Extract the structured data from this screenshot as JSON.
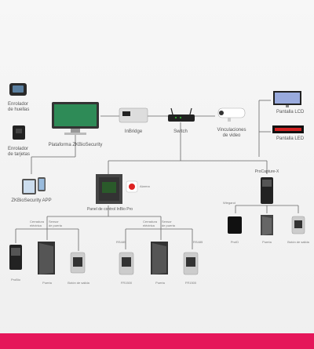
{
  "labels": {
    "enrolador_huellas": "Enrolador\nde huellas",
    "enrolador_tarjetas": "Enrolador\nde tarjetas",
    "plataforma": "Plataforma ZKBioSecurity",
    "inbridge": "InBridge",
    "switch": "Switch",
    "vinculaciones": "Vinculaciones\nde video",
    "pantalla_lcd": "Pantalla LCD",
    "pantalla_led": "Pantalla LED",
    "app": "ZKBioSecurity APP",
    "alarma": "Alarma",
    "panel": "Panel de control InBio Pro",
    "procapture": "ProCapture-X",
    "wiegand": "Wiegand",
    "proid": "ProID",
    "puerta": "Puerta",
    "boton_salida": "Botón de salida",
    "cerradura": "Cerradura\neléctrica",
    "sensor": "Sensor\nde puerta",
    "proid_left": "ProBio",
    "fr1500": "FR1500",
    "rs485": "RS485"
  },
  "colors": {
    "accent_band": "#e5175a",
    "wire": "#666666",
    "led_text": "#d22222"
  },
  "icons": {
    "computer": "monitor-icon",
    "inbridge": "network-box-icon",
    "switch": "router-icon",
    "camera": "bullet-camera-icon",
    "lcd": "lcd-screen-icon",
    "led": "led-screen-icon",
    "panel": "access-panel-icon",
    "door": "door-icon",
    "reader": "card-reader-icon",
    "button": "exit-button-icon",
    "alarm": "alarm-icon"
  }
}
